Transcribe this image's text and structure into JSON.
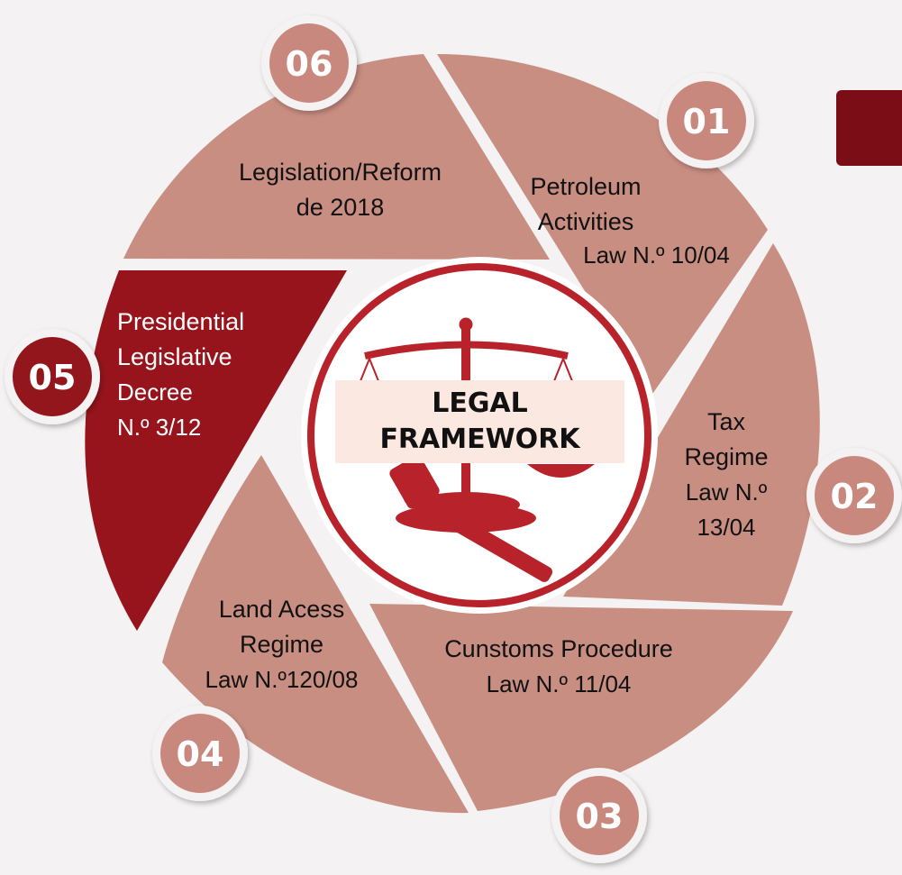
{
  "center": {
    "title_line1": "LEGAL",
    "title_line2": "FRAMEWORK",
    "icon": "scales-and-gavel-icon"
  },
  "segments": [
    {
      "number": "01",
      "title": [
        "Petroleum",
        "Activities"
      ],
      "law": [
        "Law N.º 10/04"
      ]
    },
    {
      "number": "02",
      "title": [
        "Tax",
        "Regime"
      ],
      "law": [
        "Law N.º",
        "13/04"
      ]
    },
    {
      "number": "03",
      "title": [
        "Cunstoms Procedure"
      ],
      "law": [
        "Law N.º 11/04"
      ]
    },
    {
      "number": "04",
      "title": [
        "Land Acess",
        "Regime"
      ],
      "law": [
        "Law N.º120/08"
      ]
    },
    {
      "number": "05",
      "title": [
        "Presidential",
        "Legislative"
      ],
      "law": [
        "Decree",
        "N.º 3/12"
      ]
    },
    {
      "number": "06",
      "title": [
        "Legislation/Reform",
        "de 2018"
      ],
      "law": []
    }
  ],
  "colors": {
    "segment": "#c98e82",
    "highlight": "#97141c",
    "badge": "#c9887d",
    "badge_highlight": "#93171e",
    "emblem": "#b8232b",
    "background": "#f4f2f2"
  }
}
